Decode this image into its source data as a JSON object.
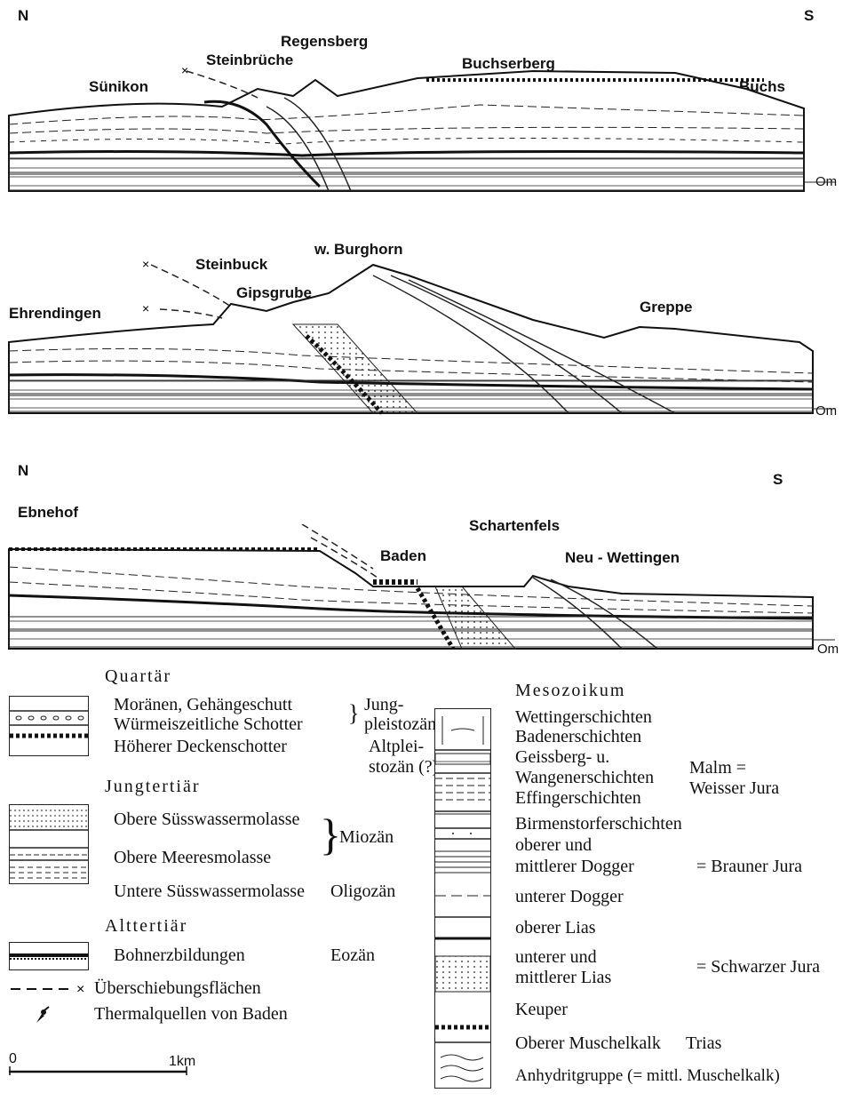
{
  "sections": [
    {
      "north": "N",
      "south": "S",
      "places": [
        "Sünikon",
        "Steinbrüche",
        "Regensberg",
        "Buchserberg",
        "Buchs"
      ],
      "base_label": "Om"
    },
    {
      "places": [
        "Steinbuck",
        "w. Burghorn",
        "Gipsgrube",
        "Ehrendingen",
        "Greppe"
      ],
      "base_label": "Om"
    },
    {
      "north": "N",
      "south": "S",
      "places": [
        "Ebnehof",
        "Schartenfels",
        "Baden",
        "Neu - Wettingen"
      ],
      "base_label": "Om"
    }
  ],
  "legend_left": {
    "quartaer": {
      "heading": "Quartär",
      "items": [
        "Moränen, Gehängeschutt",
        "Würmeiszeitliche Schotter",
        "Höherer Deckenschotter"
      ],
      "age1": "Jung-",
      "age2": "pleistozän",
      "age3": "Altplei-",
      "age4": "stozän (?)"
    },
    "jungtertiaer": {
      "heading": "Jungtertiär",
      "items": [
        "Obere Süsswassermolasse",
        "Obere Meeresmolasse",
        "Untere Süsswassermolasse"
      ],
      "age_miozaen": "Miozän",
      "age_oligozaen": "Oligozän"
    },
    "alttertiaer": {
      "heading": "Alttertiär",
      "item": "Bohnerzbildungen",
      "age": "Eozän"
    },
    "symbols": {
      "thrust": "Überschiebungsflächen",
      "springs": "Thermalquellen von Baden"
    },
    "scale": {
      "zero": "0",
      "one": "1km"
    }
  },
  "legend_right": {
    "heading": "Mesozoikum",
    "malm": [
      "Wettingerschichten",
      "Badenerschichten",
      "Geissberg- u.",
      "Wangenerschichten",
      "Effingerschichten",
      "Birmenstorferschichten"
    ],
    "malm_age": "Malm =",
    "malm_age2": "Weisser Jura",
    "dogger": [
      "oberer und",
      "mittlerer Dogger",
      "unterer Dogger"
    ],
    "dogger_age": "= Brauner Jura",
    "lias": [
      "oberer Lias",
      "unterer und",
      "mittlerer Lias"
    ],
    "lias_age": "= Schwarzer Jura",
    "trias": [
      "Keuper",
      "Oberer Muschelkalk",
      "Trias",
      "Anhydritgruppe (= mittl. Muschelkalk)"
    ]
  }
}
